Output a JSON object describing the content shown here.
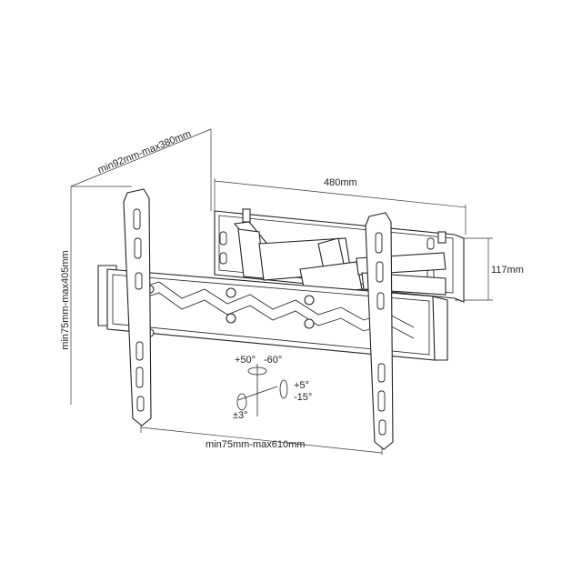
{
  "dimensions": {
    "depth": "min92mm-max380mm",
    "width": "480mm",
    "height": "117mm",
    "vesa_vertical": "min75mm-max405mm",
    "vesa_horizontal": "min75mm-max610mm"
  },
  "angles": {
    "tilt_up": "+50°",
    "tilt_down": "-60°",
    "swivel_plus": "+5°",
    "swivel_minus": "-15°",
    "level": "±3°"
  }
}
